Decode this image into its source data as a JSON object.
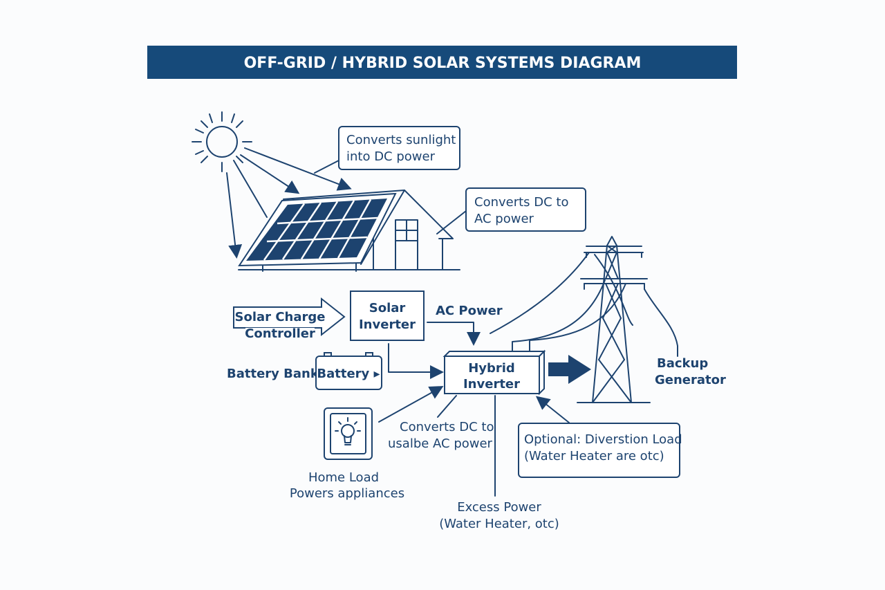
{
  "title": "OFF-GRID / HYBRID SOLAR SYSTEMS DIAGRAM",
  "colors": {
    "primary": "#1d436f",
    "title_bar": "#164a7a",
    "background": "#fbfcfd"
  },
  "callouts": {
    "panel": [
      "Converts sunlight",
      "into DC power"
    ],
    "inverter_roof": [
      "Converts DC to",
      "AC power"
    ],
    "dc_to_ac": [
      "Converts DC to",
      "usalbe AC power"
    ],
    "diversion": [
      "Optional: Diverstion Load",
      "(Water Heater are otc)"
    ]
  },
  "labels": {
    "charge_controller": [
      "Solar Charge",
      "Controller"
    ],
    "solar_inverter": [
      "Solar",
      "Inverter"
    ],
    "ac_power": "AC Power",
    "battery_bank": "Battery Bank",
    "battery": "Battery ▸",
    "hybrid_inverter": [
      "Hybrid",
      "Inverter"
    ],
    "backup_generator": [
      "Backup",
      "Generator"
    ],
    "home_load": [
      "Home Load",
      "Powers appliances"
    ],
    "excess_power": [
      "Excess Power",
      "(Water Heater, otc)"
    ]
  },
  "icons": [
    "sun-icon",
    "solar-panel-icon",
    "house-icon",
    "battery-icon",
    "lightbulb-icon",
    "transmission-tower-icon",
    "arrow-right-icon"
  ]
}
